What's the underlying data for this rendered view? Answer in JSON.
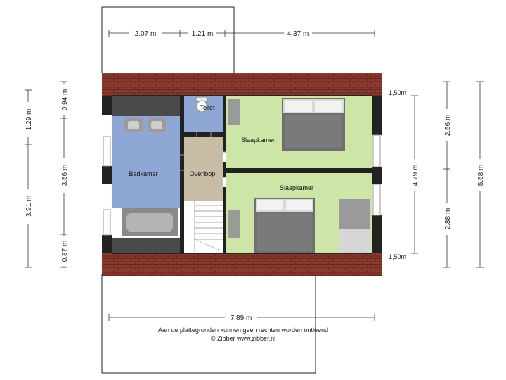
{
  "colors": {
    "roof": "#8b3a2e",
    "bathroom": "#8ea7d4",
    "toilet": "#8ea7d4",
    "landing": "#c9bca5",
    "bedroom": "#cde5a7",
    "wall": "#222222",
    "fixture": "#8a8a8a"
  },
  "rooms": {
    "badkamer": "Badkamer",
    "toilet": "Toilet",
    "overloop": "Overloop",
    "slaapkamer_top": "Slaapkamer",
    "slaapkamer_bottom": "Slaapkamer"
  },
  "dimensions": {
    "top_left": "2.07 m",
    "top_mid": "1.21 m",
    "top_right": "4.37 m",
    "bottom": "7.89 m",
    "left_outer": "3.91 m",
    "left_top": "1.29 m",
    "left_inner_top": "0.94 m",
    "left_inner_mid": "3.56 m",
    "left_inner_bottom": "0.87 m",
    "right_inner": "4.79 m",
    "right_top": "2.56 m",
    "right_bottom": "2.88 m",
    "right_outer": "5.58 m",
    "height_top": "1,50m",
    "height_bottom": "1,50m"
  },
  "footer": {
    "disclaimer": "Aan de plattegronden kunnen geen rechten worden ontleend",
    "copyright": "© Zibber www.zibber.nl"
  }
}
